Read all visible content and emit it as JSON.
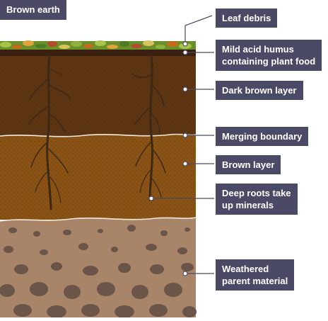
{
  "title": "Brown earth",
  "labels": {
    "leaf_debris": "Leaf debris",
    "humus_line1": "Mild acid humus",
    "humus_line2": "containing plant food",
    "dark_brown": "Dark brown layer",
    "merging": "Merging boundary",
    "brown": "Brown layer",
    "roots_line1": "Deep roots take",
    "roots_line2": "up minerals",
    "weathered_line1": "Weathered",
    "weathered_line2": "parent material"
  },
  "colors": {
    "label_bg": "#4a4a66",
    "label_text": "#ffffff",
    "leaf_layer": "#6b8f2a",
    "humus_layer": "#3a2010",
    "dark_brown_layer": "#5e3512",
    "brown_layer": "#8a5215",
    "parent_material": "#a88468",
    "stones": "#6a5548",
    "roots": "#3d2818",
    "boundary": "#f2e9dc"
  }
}
